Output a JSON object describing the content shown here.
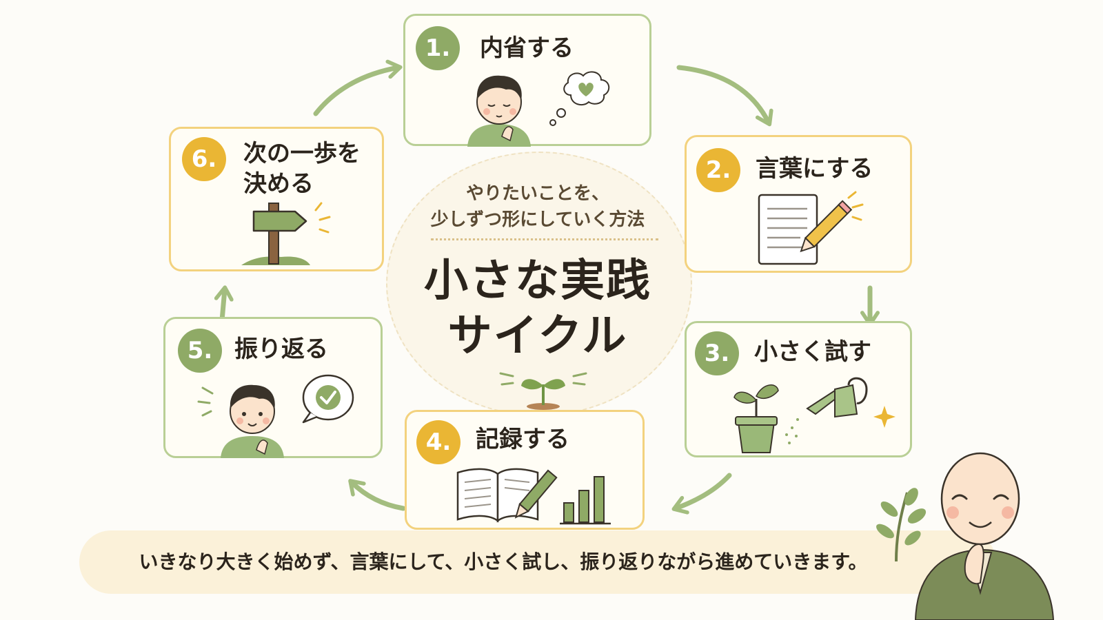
{
  "center": {
    "subtitle_line1": "やりたいことを、",
    "subtitle_line2": "少しずつ形にしていく方法",
    "title_line1": "小さな実践",
    "title_line2": "サイクル"
  },
  "steps": [
    {
      "number": "1.",
      "title": "内省する",
      "icon": "person-thinking-heart-icon"
    },
    {
      "number": "2.",
      "title": "言葉にする",
      "icon": "paper-pencil-icon"
    },
    {
      "number": "3.",
      "title": "小さく試す",
      "icon": "sprout-watering-can-icon"
    },
    {
      "number": "4.",
      "title": "記録する",
      "icon": "notebook-bar-chart-icon"
    },
    {
      "number": "5.",
      "title": "振り返る",
      "icon": "person-check-bubble-icon"
    },
    {
      "number": "6.",
      "title": "次の一歩を決める",
      "title_line1": "次の一歩を",
      "title_line2": "決める",
      "icon": "signpost-icon"
    }
  ],
  "footer": {
    "text": "いきなり大きく始めず、言葉にして、小さく試し、振り返りながら進めていきます。"
  },
  "colors": {
    "green": "#8faa66",
    "yellow": "#eab634",
    "arrow": "#a3bd7f",
    "background": "#fdfcf8"
  }
}
